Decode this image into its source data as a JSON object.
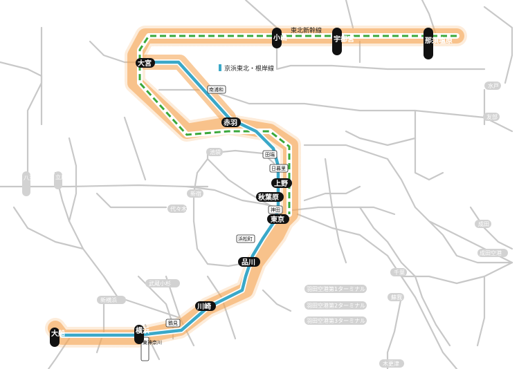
{
  "colors": {
    "halo": "#f4a04a",
    "keihin_tohoku": "#3aa8c8",
    "shinkansen": "#3aa83a",
    "other_lines": "#c8c8c8",
    "station_black": "#111111"
  },
  "legend": {
    "line_name": "京浜東北・根岸線"
  },
  "lines": {
    "shinkansen_label": "東北新幹線"
  },
  "major_stations": {
    "oyama": "小山",
    "utsunomiya": "宇都宮",
    "nasushiobara": "那須塩原",
    "omiya": "大宮",
    "akabane": "赤羽",
    "ueno": "上野",
    "akihabara": "秋葉原",
    "tokyo": "東京",
    "shinagawa": "品川",
    "kawasaki": "川崎",
    "yokohama": "横浜",
    "ofuna": "大船"
  },
  "minor_stations": {
    "minami_urawa": "南浦和",
    "tabata": "田端",
    "nippori": "日暮里",
    "kanda": "神田",
    "hamamatsucho": "浜松町",
    "higashi_kanagawa": "東神奈川",
    "tsurumi": "鶴見"
  },
  "other_places": {
    "ikebukuro": "池袋",
    "shinjuku": "新宿",
    "tachikawa": "立川",
    "hachioji": "八王子",
    "mito": "水戸",
    "tomobe": "友部",
    "narita": "成田",
    "chiba": "千葉",
    "soga": "蘇我",
    "kisarazu": "木更津",
    "musashi_kosugi": "武蔵小杉",
    "shin_yokohama": "新横浜",
    "airport_t1": "羽田空港第1ターミナル",
    "airport_t2": "羽田空港第2ターミナル",
    "airport_t3": "羽田空港第3ターミナル",
    "narita_airport": "成田空港",
    "yoyogi": "代々木"
  }
}
